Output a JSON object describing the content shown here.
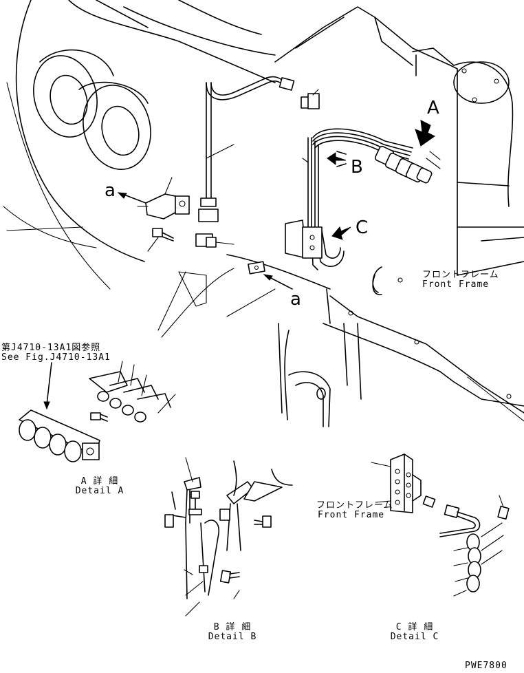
{
  "callouts": {
    "a_upper": "a",
    "a_lower": "a",
    "A": "A",
    "B": "B",
    "C": "C"
  },
  "front_frame_main": {
    "jp": "フロントフレーム",
    "en": "Front Frame"
  },
  "front_frame_detail_c": {
    "jp": "フロントフレーム",
    "en": "Front Frame"
  },
  "reference": {
    "jp": "第J4710-13A1図参照",
    "en": "See Fig.J4710-13A1"
  },
  "detail_a": {
    "jp": "A 詳 細",
    "en": "Detail A"
  },
  "detail_b": {
    "jp": "B 詳 細",
    "en": "Detail B"
  },
  "detail_c": {
    "jp": "C 詳 細",
    "en": "Detail C"
  },
  "drawing_code": "PWE7800"
}
